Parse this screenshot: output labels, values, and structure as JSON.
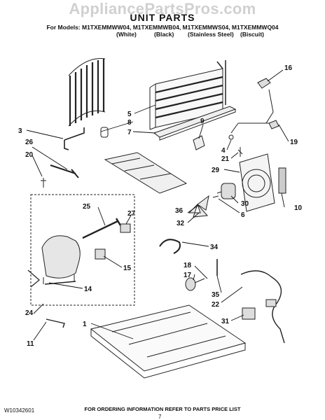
{
  "watermark": "AppliancePartsPros.com",
  "title": "UNIT PARTS",
  "models_line": "For Models: M1TXEMMWW04, M1TXEMMWB04, M1TXEMMWS04, M1TXEMMWQ04",
  "variants": [
    "(White)",
    "(Black)",
    "(Stainless Steel)",
    "(Biscuit)"
  ],
  "footer": {
    "doc_number": "W10342601",
    "ordering_note": "FOR ORDERING INFORMATION REFER TO PARTS PRICE LIST",
    "page": "7"
  },
  "callouts": [
    "1",
    "3",
    "4",
    "5",
    "6",
    "7",
    "8",
    "9",
    "10",
    "11",
    "14",
    "15",
    "16",
    "17",
    "18",
    "19",
    "20",
    "21",
    "22",
    "24",
    "25",
    "26",
    "27",
    "29",
    "30",
    "31",
    "32",
    "34",
    "35",
    "36"
  ],
  "colors": {
    "ink": "#111111",
    "watermark": "#d0d0d0",
    "line": "#222222"
  }
}
